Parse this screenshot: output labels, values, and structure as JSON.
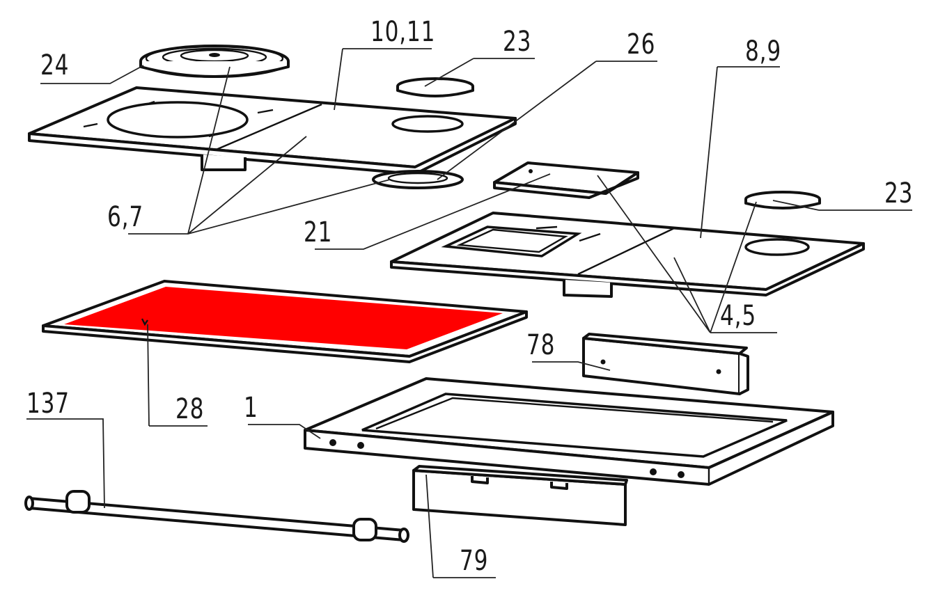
{
  "diagram": {
    "highlight_color": "#ff0000",
    "labels": {
      "p24": "24",
      "p10_11": "10,11",
      "p23_top": "23",
      "p26": "26",
      "p8_9": "8,9",
      "p23_right": "23",
      "p6_7": "6,7",
      "p21": "21",
      "p4_5": "4,5",
      "p78": "78",
      "p28": "28",
      "p1": "1",
      "p137": "137",
      "p79": "79"
    }
  }
}
